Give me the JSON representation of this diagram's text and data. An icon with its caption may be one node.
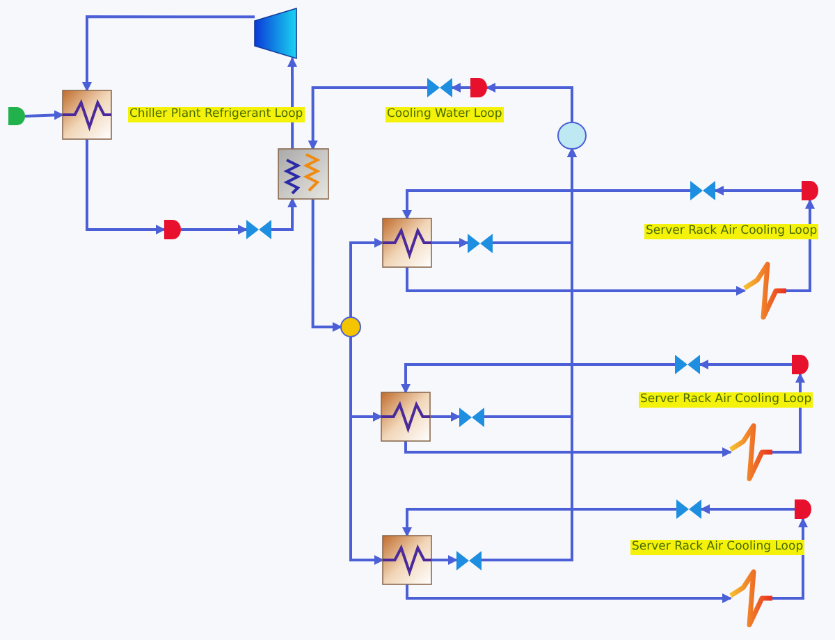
{
  "diagram": {
    "nodes": [
      {
        "text": [],
        "shape": "semicircle"
      },
      {
        "text": [],
        "shape": "box"
      },
      {
        "text": [],
        "shape": "trapezoid"
      },
      {
        "text": [],
        "shape": "box"
      },
      {
        "text": [],
        "shape": "semicircle"
      },
      {
        "text": [],
        "shape": "bowtie"
      },
      {
        "text": [],
        "shape": "bowtie"
      },
      {
        "text": [],
        "shape": "semicircle"
      },
      {
        "text": [],
        "shape": "circle"
      },
      {
        "text": [],
        "shape": "circle"
      },
      {
        "text": [],
        "shape": "box"
      },
      {
        "text": [],
        "shape": "bowtie"
      },
      {
        "text": [],
        "shape": "bowtie"
      },
      {
        "text": [],
        "shape": "semicircle"
      },
      {
        "text": [],
        "shape": "zigzag"
      },
      {
        "text": [],
        "shape": "box"
      },
      {
        "text": [],
        "shape": "bowtie"
      },
      {
        "text": [],
        "shape": "bowtie"
      },
      {
        "text": [],
        "shape": "semicircle"
      },
      {
        "text": [],
        "shape": "zigzag"
      },
      {
        "text": [],
        "shape": "box"
      },
      {
        "text": [],
        "shape": "bowtie"
      },
      {
        "text": [],
        "shape": "bowtie"
      },
      {
        "text": [],
        "shape": "semicircle"
      },
      {
        "text": [],
        "shape": "zigzag"
      }
    ],
    "edges": [
      {
        "from": 0,
        "to": 1,
        "arrow": "to"
      },
      {
        "from": 2,
        "to": 1,
        "arrow": "to"
      },
      {
        "from": 1,
        "to": 4,
        "arrow": "to"
      },
      {
        "from": 4,
        "to": 5,
        "arrow": "to"
      },
      {
        "from": 5,
        "to": 3,
        "arrow": "to"
      },
      {
        "from": 3,
        "to": 2,
        "arrow": "to"
      },
      {
        "from": 8,
        "to": 7,
        "arrow": "to"
      },
      {
        "from": 7,
        "to": 6,
        "arrow": "to"
      },
      {
        "from": 6,
        "to": 3,
        "arrow": "to"
      },
      {
        "from": 3,
        "to": 9,
        "arrow": "to"
      },
      {
        "from": 9,
        "to": 10,
        "arrow": "to"
      },
      {
        "from": 9,
        "to": 15,
        "arrow": "to"
      },
      {
        "from": 9,
        "to": 20,
        "arrow": "to"
      },
      {
        "from": 10,
        "to": 11,
        "arrow": "to"
      },
      {
        "from": 11,
        "to": 8,
        "arrow": "to"
      },
      {
        "from": 15,
        "to": 16,
        "arrow": "to"
      },
      {
        "from": 16,
        "to": 8,
        "arrow": "to"
      },
      {
        "from": 20,
        "to": 21,
        "arrow": "to"
      },
      {
        "from": 21,
        "to": 8,
        "arrow": "to"
      },
      {
        "from": 13,
        "to": 12,
        "arrow": "to"
      },
      {
        "from": 12,
        "to": 10,
        "arrow": "to"
      },
      {
        "from": 10,
        "to": 14,
        "arrow": "to"
      },
      {
        "from": 14,
        "to": 13,
        "arrow": "to"
      },
      {
        "from": 18,
        "to": 17,
        "arrow": "to"
      },
      {
        "from": 17,
        "to": 15,
        "arrow": "to"
      },
      {
        "from": 15,
        "to": 19,
        "arrow": "to"
      },
      {
        "from": 19,
        "to": 18,
        "arrow": "to"
      },
      {
        "from": 23,
        "to": 22,
        "arrow": "to"
      },
      {
        "from": 22,
        "to": 20,
        "arrow": "to"
      },
      {
        "from": 20,
        "to": 24,
        "arrow": "to"
      },
      {
        "from": 24,
        "to": 23,
        "arrow": "to"
      }
    ],
    "labels": [
      "Chiller Plant Refrigerant Loop",
      "Cooling Water Loop",
      "Server Rack Air Cooling Loop",
      "Server Rack Air Cooling Loop",
      "Server Rack Air Cooling Loop"
    ]
  }
}
